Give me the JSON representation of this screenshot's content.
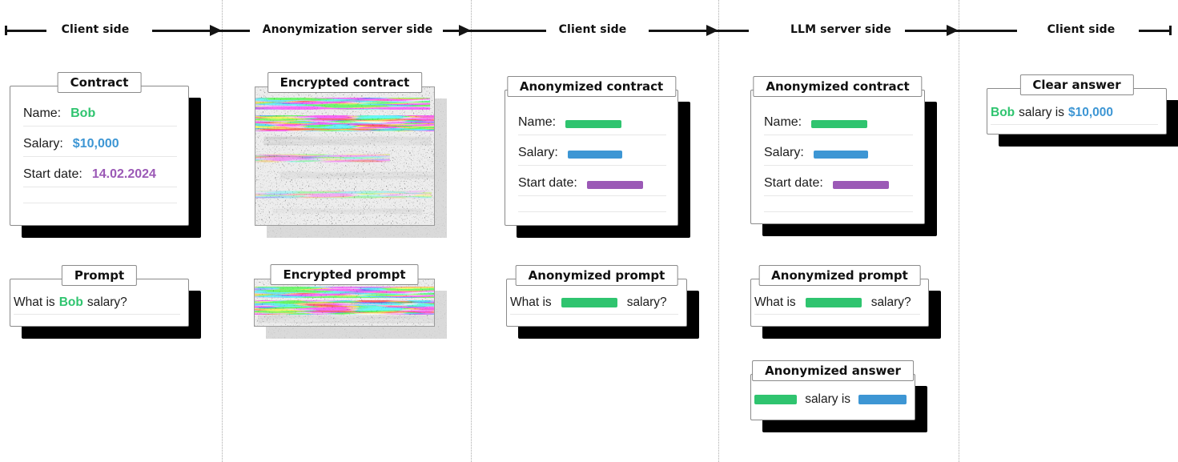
{
  "header": {
    "labels": [
      "Client side",
      "Anonymization server side",
      "Client side",
      "LLM server side",
      "Client side"
    ]
  },
  "colors": {
    "green": "#2fc46f",
    "blue": "#3d96d4",
    "purple": "#9b59b6",
    "shadow": "#000000"
  },
  "cards": {
    "contract": {
      "title": "Contract",
      "rows": [
        {
          "label": "Name:",
          "value": "Bob",
          "color": "green"
        },
        {
          "label": "Salary:",
          "value": "$10,000",
          "color": "blue"
        },
        {
          "label": "Start date:",
          "value": "14.02.2024",
          "color": "purple"
        }
      ]
    },
    "prompt": {
      "title": "Prompt",
      "before": "What is",
      "name": "Bob",
      "after": "salary?"
    },
    "encrypted_contract": {
      "title": "Encrypted contract"
    },
    "encrypted_prompt": {
      "title": "Encrypted prompt"
    },
    "anonymized_contract_client": {
      "title": "Anonymized contract",
      "rows": [
        {
          "label": "Name:",
          "bar": "green"
        },
        {
          "label": "Salary:",
          "bar": "blue"
        },
        {
          "label": "Start date:",
          "bar": "purple"
        }
      ]
    },
    "anonymized_prompt_client": {
      "title": "Anonymized prompt",
      "before": "What is",
      "after": "salary?",
      "bar": "green"
    },
    "anonymized_contract_llm": {
      "title": "Anonymized contract",
      "rows": [
        {
          "label": "Name:",
          "bar": "green"
        },
        {
          "label": "Salary:",
          "bar": "blue"
        },
        {
          "label": "Start date:",
          "bar": "purple"
        }
      ]
    },
    "anonymized_prompt_llm": {
      "title": "Anonymized prompt",
      "before": "What is",
      "after": "salary?",
      "bar": "green"
    },
    "anonymized_answer": {
      "title": "Anonymized answer",
      "middle": "salary is",
      "bar_left": "green",
      "bar_right": "blue"
    },
    "clear_answer": {
      "title": "Clear answer",
      "name": "Bob",
      "middle": "salary is",
      "value": "$10,000"
    }
  }
}
